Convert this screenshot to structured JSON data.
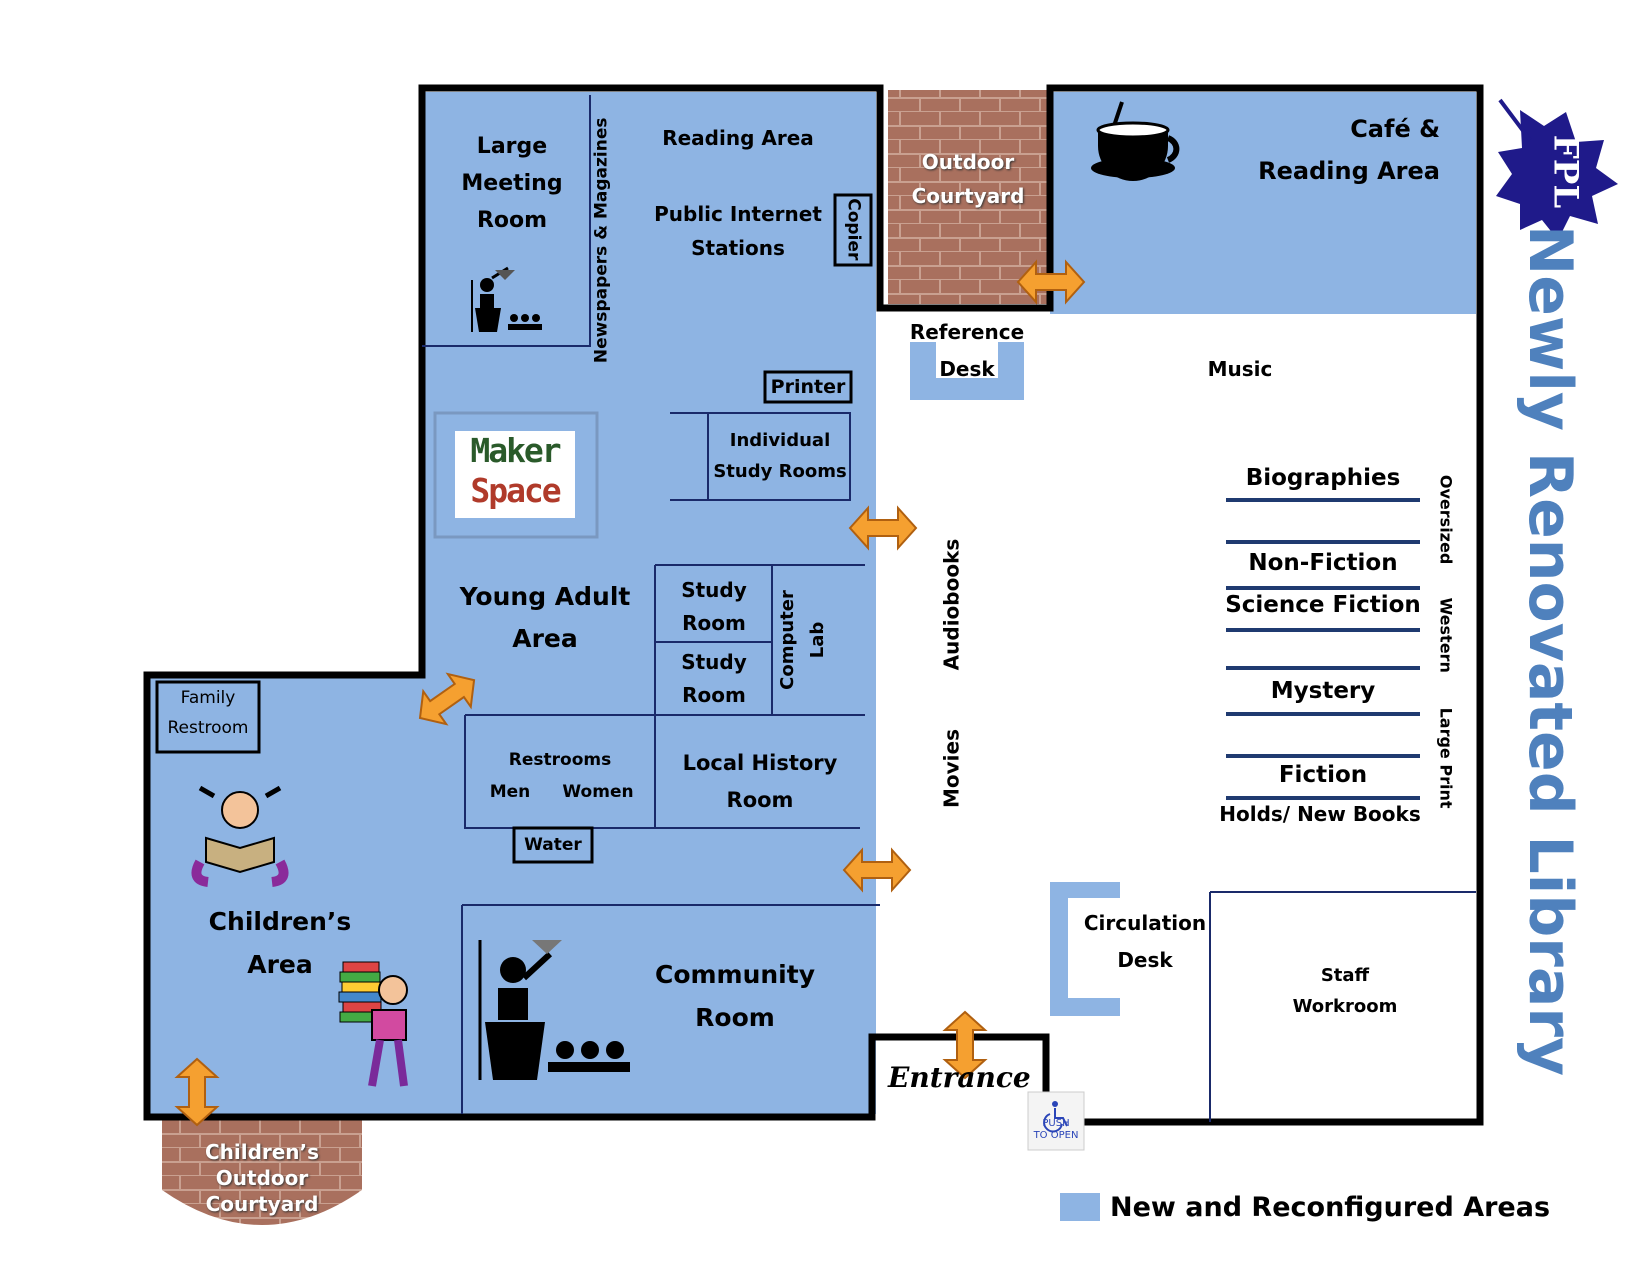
{
  "title": "Newly Renovated Library",
  "logo_text": "FPL",
  "colors": {
    "new_area": "#8eb4e3",
    "wall": "#000000",
    "title_blue": "#4f81bd",
    "arrow": "#f5a030",
    "brick": "#a9705e",
    "logo": "#1f1a8a"
  },
  "rooms": {
    "large_meeting_room": [
      "Large",
      "Meeting",
      "Room"
    ],
    "newspapers": "Newspapers & Magazines",
    "reading_area": "Reading Area",
    "public_internet": [
      "Public Internet",
      "Stations"
    ],
    "copier": "Copier",
    "printer": "Printer",
    "study_rooms_individual": [
      "Individual",
      "Study Rooms"
    ],
    "maker_space": [
      "Maker",
      "Space"
    ],
    "young_adult": [
      "Young Adult",
      "Area"
    ],
    "study_room_1": [
      "Study",
      "Room"
    ],
    "study_room_2": [
      "Study",
      "Room"
    ],
    "computer_lab": [
      "Computer",
      "Lab"
    ],
    "family_restroom": [
      "Family",
      "Restroom"
    ],
    "restrooms": "Restrooms",
    "men": "Men",
    "women": "Women",
    "water": "Water",
    "local_history": [
      "Local History",
      "Room"
    ],
    "childrens_area": [
      "Children’s",
      "Area"
    ],
    "community_room": [
      "Community",
      "Room"
    ],
    "childrens_courtyard": [
      "Children’s",
      "Outdoor",
      "Courtyard"
    ],
    "outdoor_courtyard": [
      "Outdoor",
      "Courtyard"
    ],
    "cafe": [
      "Café &",
      "Reading Area"
    ],
    "reference_desk": [
      "Reference",
      "Desk"
    ],
    "music": "Music",
    "audiobooks": "Audiobooks",
    "movies": "Movies",
    "circulation_desk": [
      "Circulation",
      "Desk"
    ],
    "staff_workroom": [
      "Staff",
      "Workroom"
    ],
    "entrance": "Entrance",
    "push_to_open": [
      "PUSH",
      "TO OPEN"
    ]
  },
  "shelves": [
    "Biographies",
    "Non-Fiction",
    "Science Fiction",
    "Mystery",
    "Fiction",
    "Holds/ New Books"
  ],
  "side_shelves": [
    "Oversized",
    "Western",
    "Large Print"
  ],
  "legend": "New and Reconfigured Areas"
}
